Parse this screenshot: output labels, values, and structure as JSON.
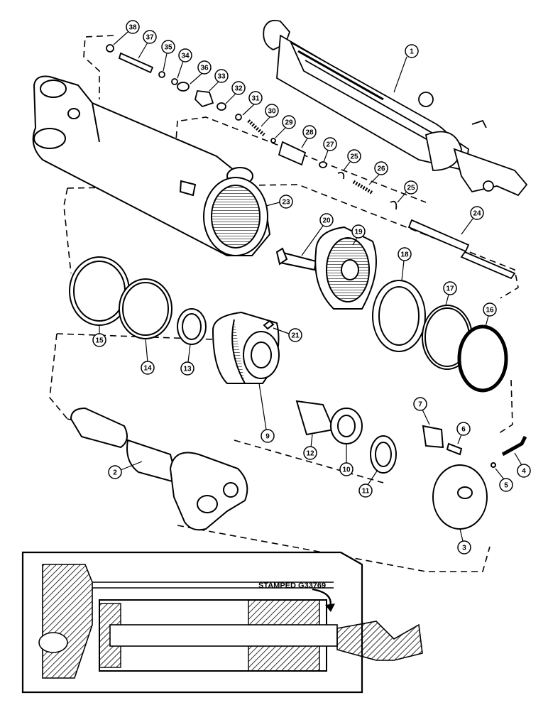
{
  "diagram": {
    "callouts": [
      "1",
      "2",
      "3",
      "4",
      "5",
      "6",
      "7",
      "9",
      "10",
      "11",
      "12",
      "13",
      "14",
      "15",
      "16",
      "17",
      "18",
      "19",
      "20",
      "21",
      "23",
      "24",
      "25",
      "25",
      "26",
      "27",
      "28",
      "29",
      "30",
      "31",
      "32",
      "33",
      "34",
      "35",
      "36",
      "37",
      "38"
    ],
    "inset_label": "STAMPED G33769"
  }
}
